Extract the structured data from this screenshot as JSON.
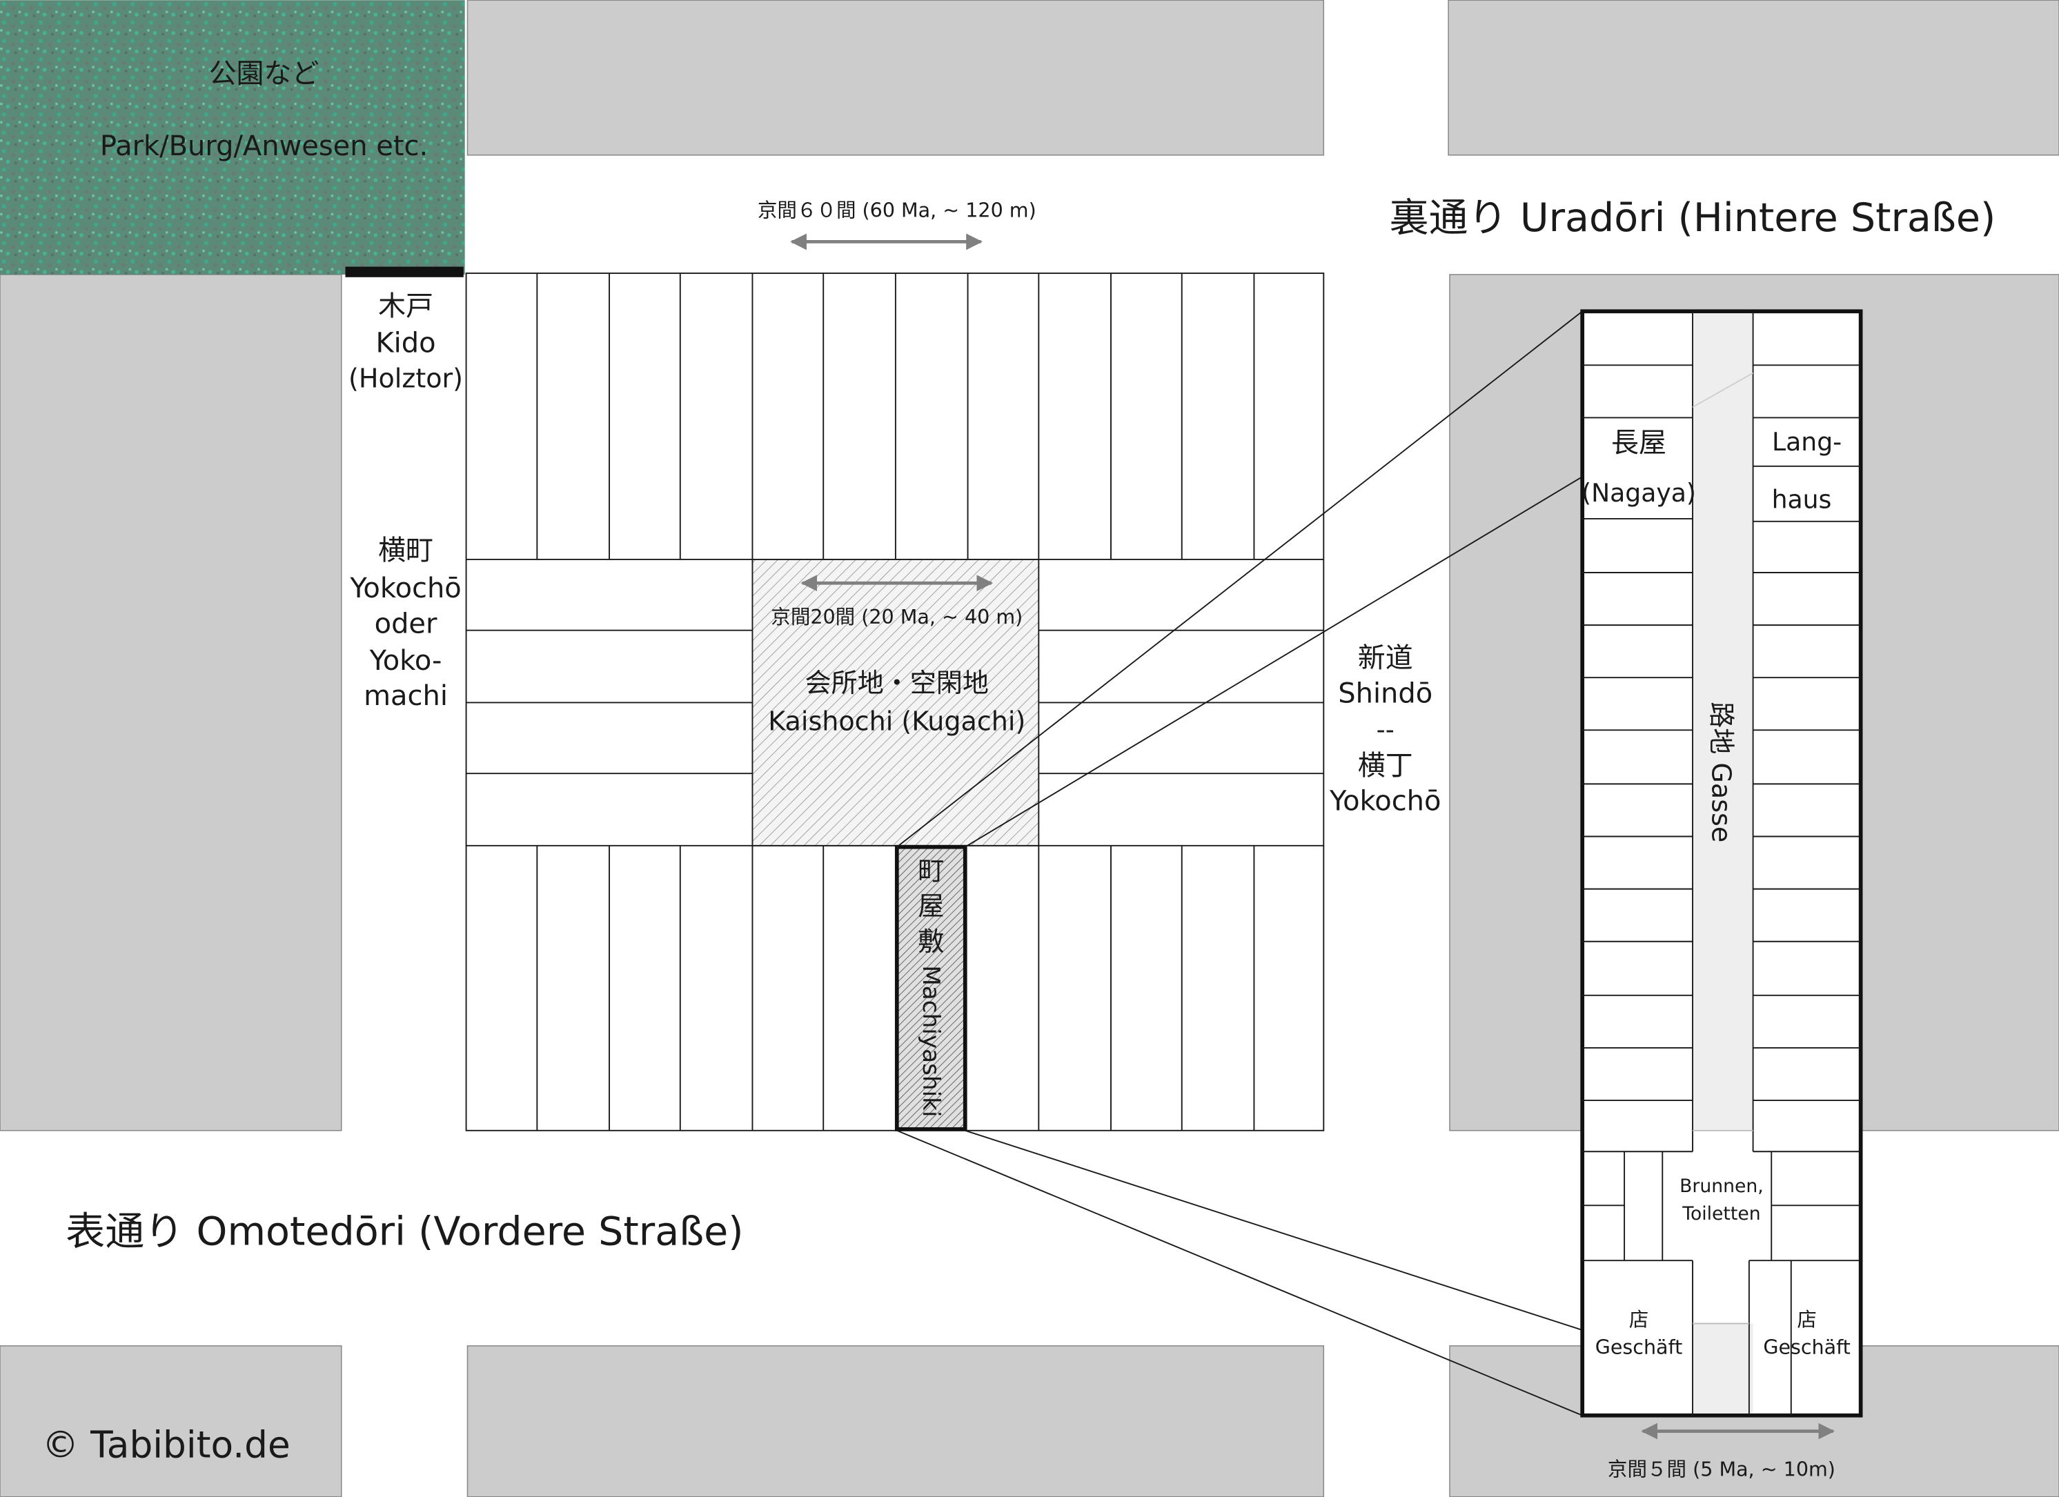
{
  "park": {
    "label_jp": "公園など",
    "label_de": "Park/Burg/Anwesen etc."
  },
  "streets": {
    "back": "裏通り Uradōri (Hintere Straße)",
    "front": "表通り Omotedōri (Vordere Straße)"
  },
  "gate": {
    "jp": "木戸",
    "romaji": "Kido",
    "de": "(Holztor)"
  },
  "side_street": {
    "jp": "横町",
    "romaji": "Yokochō",
    "or": "oder",
    "alt1": "Yoko-",
    "alt2": "machi"
  },
  "new_street": {
    "jp": "新道",
    "romaji": "Shindō",
    "sep": "--",
    "jp2": "横丁",
    "romaji2": "Yokochō"
  },
  "dimensions": {
    "block_width": "京間６０間 (60 Ma, ~ 120 m)",
    "center_width": "京間20間 (20 Ma, ~ 40 m)",
    "lot_width": "京間５間 (5 Ma, ~ 10m)"
  },
  "center": {
    "jp": "会所地・空閑地",
    "romaji": "Kaishochi (Kugachi)"
  },
  "machiya": {
    "ch1": "町",
    "ch2": "屋",
    "ch3": "敷",
    "romaji": "Machiyashiki"
  },
  "detail": {
    "nagaya_jp": "長屋",
    "nagaya_romaji": "(Nagaya)",
    "langhaus1": "Lang-",
    "langhaus2": "haus",
    "alley": "路地 Gasse",
    "well1": "Brunnen,",
    "well2": "Toiletten",
    "shop_jp": "店",
    "shop_de": "Geschäft"
  },
  "copyright": "© Tabibito.de",
  "colors": {
    "block_gray": "#cccccc",
    "park_green": "#4f8a73",
    "line": "#1a1a1a",
    "arrow": "#808080",
    "alley_fill": "#eeeeee"
  }
}
